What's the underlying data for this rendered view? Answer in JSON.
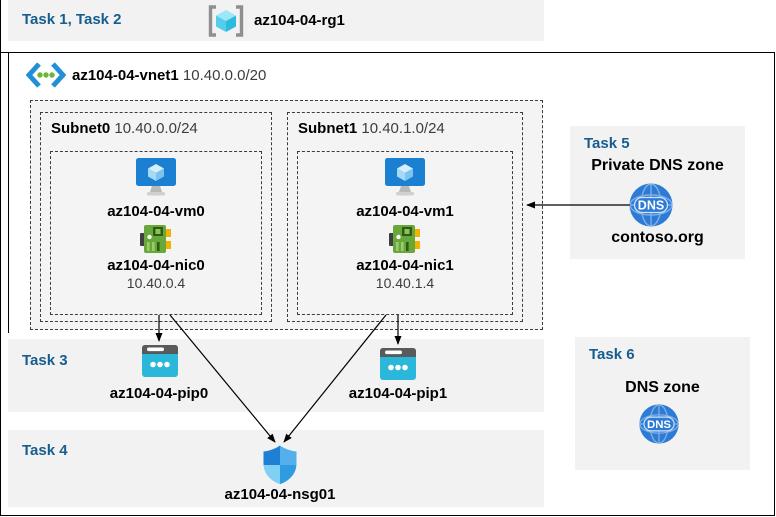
{
  "colors": {
    "task_blue": "#175d8f",
    "panel_gray": "#f2f2f2",
    "vm_blue": "#1b80d2",
    "pip_cyan": "#2bb7d9",
    "nic_green": "#68a73a",
    "dns_blue": "#2e7bd6"
  },
  "header": {
    "tasks_label": "Task 1, Task 2",
    "resource_group_name": "az104-04-rg1",
    "resource_group_icon": "resource-group-icon"
  },
  "vnet": {
    "name": "az104-04-vnet1",
    "cidr": "10.40.0.0/20",
    "icon": "virtual-network-icon"
  },
  "subnets": [
    {
      "name": "Subnet0",
      "cidr": "10.40.0.0/24",
      "vm_name": "az104-04-vm0",
      "nic_name": "az104-04-nic0",
      "nic_ip": "10.40.0.4"
    },
    {
      "name": "Subnet1",
      "cidr": "10.40.1.0/24",
      "vm_name": "az104-04-vm1",
      "nic_name": "az104-04-nic1",
      "nic_ip": "10.40.1.4"
    }
  ],
  "task3": {
    "label": "Task 3",
    "pip0_name": "az104-04-pip0",
    "pip1_name": "az104-04-pip1",
    "icon": "public-ip-icon"
  },
  "task4": {
    "label": "Task 4",
    "nsg_name": "az104-04-nsg01",
    "icon": "nsg-shield-icon"
  },
  "task5": {
    "label": "Task 5",
    "title": "Private DNS zone",
    "zone_name": "contoso.org",
    "icon_text": "DNS"
  },
  "task6": {
    "label": "Task 6",
    "title": "DNS zone",
    "icon_text": "DNS"
  },
  "connections": [
    {
      "from": "az104-04-nic0",
      "to": "az104-04-pip0"
    },
    {
      "from": "az104-04-nic1",
      "to": "az104-04-pip1"
    },
    {
      "from": "az104-04-nic0",
      "to": "az104-04-nsg01"
    },
    {
      "from": "az104-04-nic1",
      "to": "az104-04-nsg01"
    },
    {
      "from": "contoso.org",
      "to": "Subnet1"
    }
  ]
}
